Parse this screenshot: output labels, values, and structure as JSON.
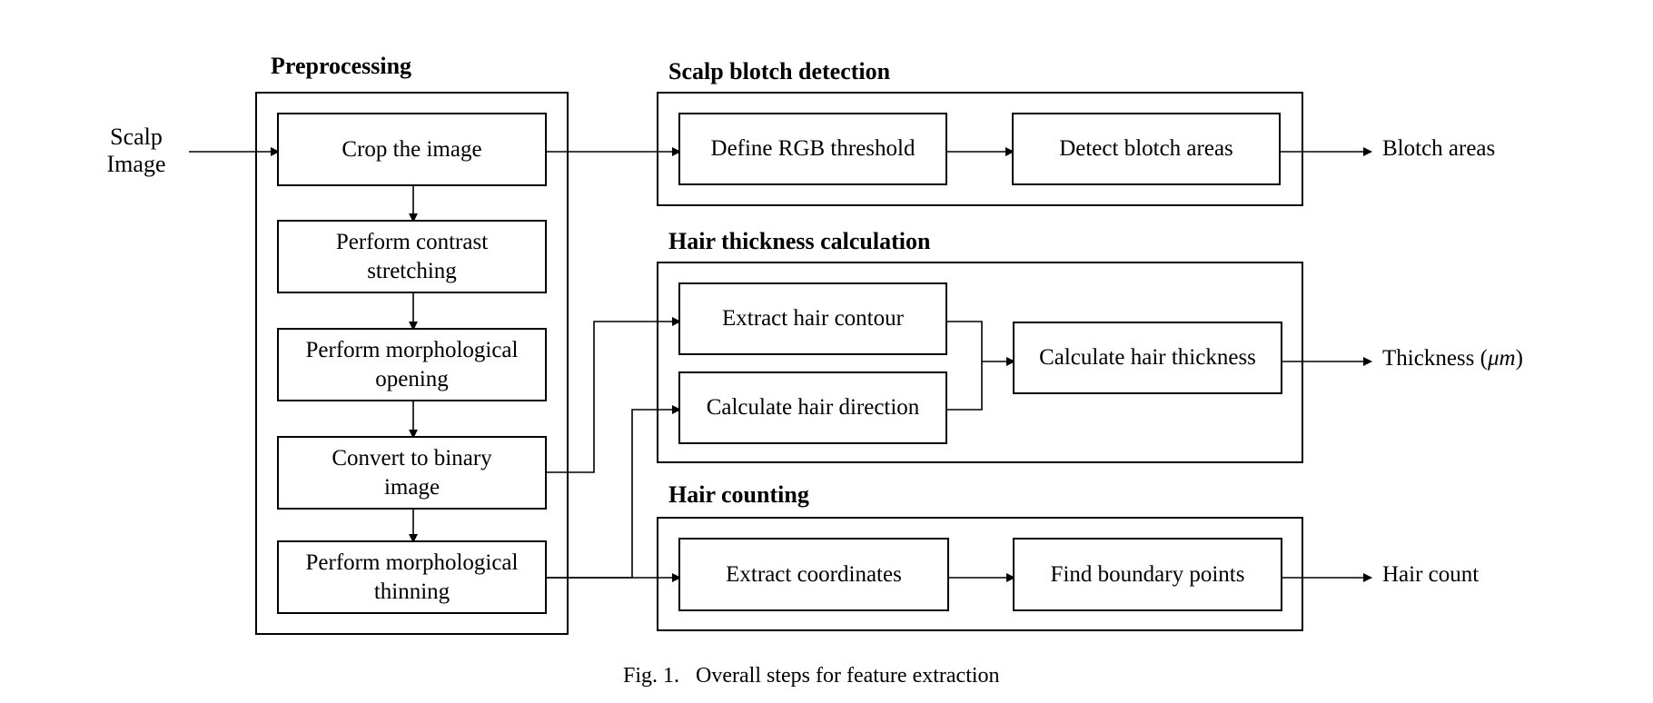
{
  "input": {
    "line1": "Scalp",
    "line2": "Image"
  },
  "sections": {
    "preprocessing": {
      "title": "Preprocessing",
      "steps": [
        {
          "line1": "Crop the image",
          "line2": ""
        },
        {
          "line1": "Perform contrast",
          "line2": "stretching"
        },
        {
          "line1": "Perform morphological",
          "line2": "opening"
        },
        {
          "line1": "Convert to binary",
          "line2": "image"
        },
        {
          "line1": "Perform morphological",
          "line2": "thinning"
        }
      ]
    },
    "blotch": {
      "title": "Scalp blotch detection",
      "steps": [
        "Define RGB threshold",
        "Detect blotch areas"
      ],
      "output": "Blotch areas"
    },
    "thickness": {
      "title": "Hair thickness calculation",
      "steps": [
        "Extract hair contour",
        "Calculate hair direction",
        "Calculate hair thickness"
      ],
      "output": "Thickness (",
      "output_unit": "μm",
      "output_close": ")"
    },
    "counting": {
      "title": "Hair counting",
      "steps": [
        "Extract coordinates",
        "Find boundary points"
      ],
      "output": "Hair count"
    }
  },
  "caption": "Fig. 1.   Overall steps for feature extraction"
}
